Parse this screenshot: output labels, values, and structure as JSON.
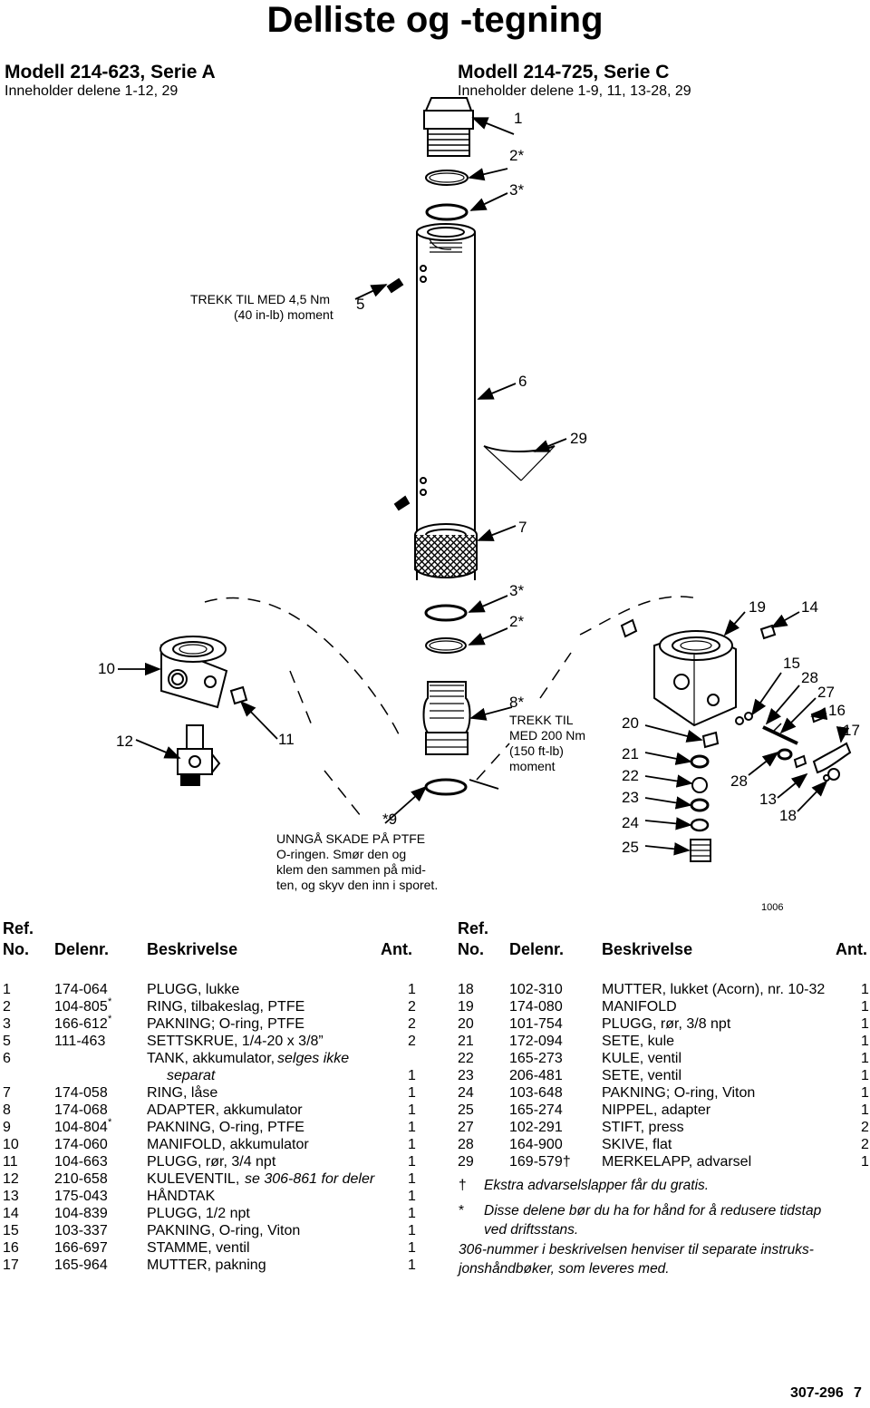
{
  "title": "Delliste og -tegning",
  "models": [
    {
      "heading": "Modell 214-623, Serie A",
      "contains": "Inneholder delene 1-12, 29"
    },
    {
      "heading": "Modell 214-725, Serie C",
      "contains": "Inneholder delene 1-9, 11, 13-28, 29"
    }
  ],
  "drawing": {
    "torque_5": [
      "TREKK TIL MED 4,5 Nm",
      "(40 in-lb) moment"
    ],
    "torque_8": [
      "TREKK TIL",
      "MED 200 Nm",
      "(150 ft-lb)",
      "moment"
    ],
    "warning_9": [
      "UNNGÅ SKADE PÅ PTFE",
      "O-ringen. Smør den og",
      "klem den sammen på mid-",
      "ten, og skyv den inn i sporet."
    ],
    "callouts": {
      "c1": "1",
      "c2a": "2*",
      "c3a": "3*",
      "c5": "5",
      "c6": "6",
      "c29": "29",
      "c7": "7",
      "c3b": "3*",
      "c2b": "2*",
      "c8": "8*",
      "c9": "*9",
      "c10": "10",
      "c11": "11",
      "c12": "12",
      "c19": "19",
      "c14": "14",
      "c15": "15",
      "c28a": "28",
      "c27": "27",
      "c16": "16",
      "c17": "17",
      "c20": "20",
      "c21": "21",
      "c22": "22",
      "c23": "23",
      "c24": "24",
      "c25": "25",
      "c28b": "28",
      "c13": "13",
      "c18": "18"
    },
    "figure_id": "1006"
  },
  "table_headers": {
    "ref": "Ref.",
    "no": "No.",
    "part": "Delenr.",
    "desc": "Beskrivelse",
    "qty": "Ant."
  },
  "left_rows": [
    {
      "no": "1",
      "part": "174-064",
      "desc": "PLUGG, lukke",
      "qty": "1"
    },
    {
      "no": "2",
      "part": "104-805",
      "mark": "*",
      "desc": "RING, tilbakeslag, PTFE",
      "qty": "2"
    },
    {
      "no": "3",
      "part": "166-612",
      "mark": "*",
      "desc": "PAKNING; O-ring, PTFE",
      "qty": "2"
    },
    {
      "no": "5",
      "part": "111-463",
      "desc": "SETTSKRUE, 1/4-20 x 3/8”",
      "qty": "2"
    },
    {
      "no": "6",
      "part": "",
      "desc": "TANK, akkumulator,",
      "desc_it": " selges ikke",
      "qty": ""
    },
    {
      "no": "",
      "part": "",
      "desc": "",
      "desc_it": "separat",
      "qty": "1",
      "indent": true
    },
    {
      "no": "7",
      "part": "174-058",
      "desc": "RING, låse",
      "qty": "1"
    },
    {
      "no": "8",
      "part": "174-068",
      "desc": "ADAPTER, akkumulator",
      "qty": "1"
    },
    {
      "no": "9",
      "part": "104-804",
      "mark": "*",
      "desc": "PAKNING, O-ring, PTFE",
      "qty": "1"
    },
    {
      "no": "10",
      "part": "174-060",
      "desc": "MANIFOLD, akkumulator",
      "qty": "1"
    },
    {
      "no": "11",
      "part": "104-663",
      "desc": "PLUGG, rør, 3/4 npt",
      "qty": "1"
    },
    {
      "no": "12",
      "part": "210-658",
      "desc": "KULEVENTIL,",
      "desc_it": " se 306-861 for deler",
      "qty": "1"
    },
    {
      "no": "13",
      "part": "175-043",
      "desc": "HÅNDTAK",
      "qty": "1"
    },
    {
      "no": "14",
      "part": "104-839",
      "desc": "PLUGG, 1/2 npt",
      "qty": "1"
    },
    {
      "no": "15",
      "part": "103-337",
      "desc": "PAKNING, O-ring, Viton",
      "qty": "1"
    },
    {
      "no": "16",
      "part": "166-697",
      "desc": "STAMME, ventil",
      "qty": "1"
    },
    {
      "no": "17",
      "part": "165-964",
      "desc": "MUTTER, pakning",
      "qty": "1"
    }
  ],
  "right_rows": [
    {
      "no": "18",
      "part": "102-310",
      "desc": "MUTTER, lukket (Acorn), nr. 10-32",
      "qty": "1"
    },
    {
      "no": "19",
      "part": "174-080",
      "desc": "MANIFOLD",
      "qty": "1"
    },
    {
      "no": "20",
      "part": "101-754",
      "desc": "PLUGG, rør, 3/8 npt",
      "qty": "1"
    },
    {
      "no": "21",
      "part": "172-094",
      "desc": "SETE, kule",
      "qty": "1"
    },
    {
      "no": "22",
      "part": "165-273",
      "desc": "KULE, ventil",
      "qty": "1"
    },
    {
      "no": "23",
      "part": "206-481",
      "desc": "SETE, ventil",
      "qty": "1"
    },
    {
      "no": "24",
      "part": "103-648",
      "desc": "PAKNING; O-ring, Viton",
      "qty": "1"
    },
    {
      "no": "25",
      "part": "165-274",
      "desc": "NIPPEL, adapter",
      "qty": "1"
    },
    {
      "no": "27",
      "part": "102-291",
      "desc": "STIFT, press",
      "qty": "2"
    },
    {
      "no": "28",
      "part": "164-900",
      "desc": "SKIVE, flat",
      "qty": "2"
    },
    {
      "no": "29",
      "part": "169-579†",
      "desc": "MERKELAPP, advarsel",
      "qty": "1"
    }
  ],
  "footnotes": [
    {
      "sym": "†",
      "lines": [
        "Ekstra advarselslapper får du gratis."
      ]
    },
    {
      "sym": "*",
      "lines": [
        "Disse delene bør du ha for hånd for å redusere tidstap",
        "ved driftsstans."
      ]
    },
    {
      "sym": "",
      "lines": [
        "306-nummer i beskrivelsen henviser til separate instruks-",
        "jonshåndbøker, som leveres med."
      ]
    }
  ],
  "page_footer": {
    "doc": "307-296",
    "page": "7"
  }
}
